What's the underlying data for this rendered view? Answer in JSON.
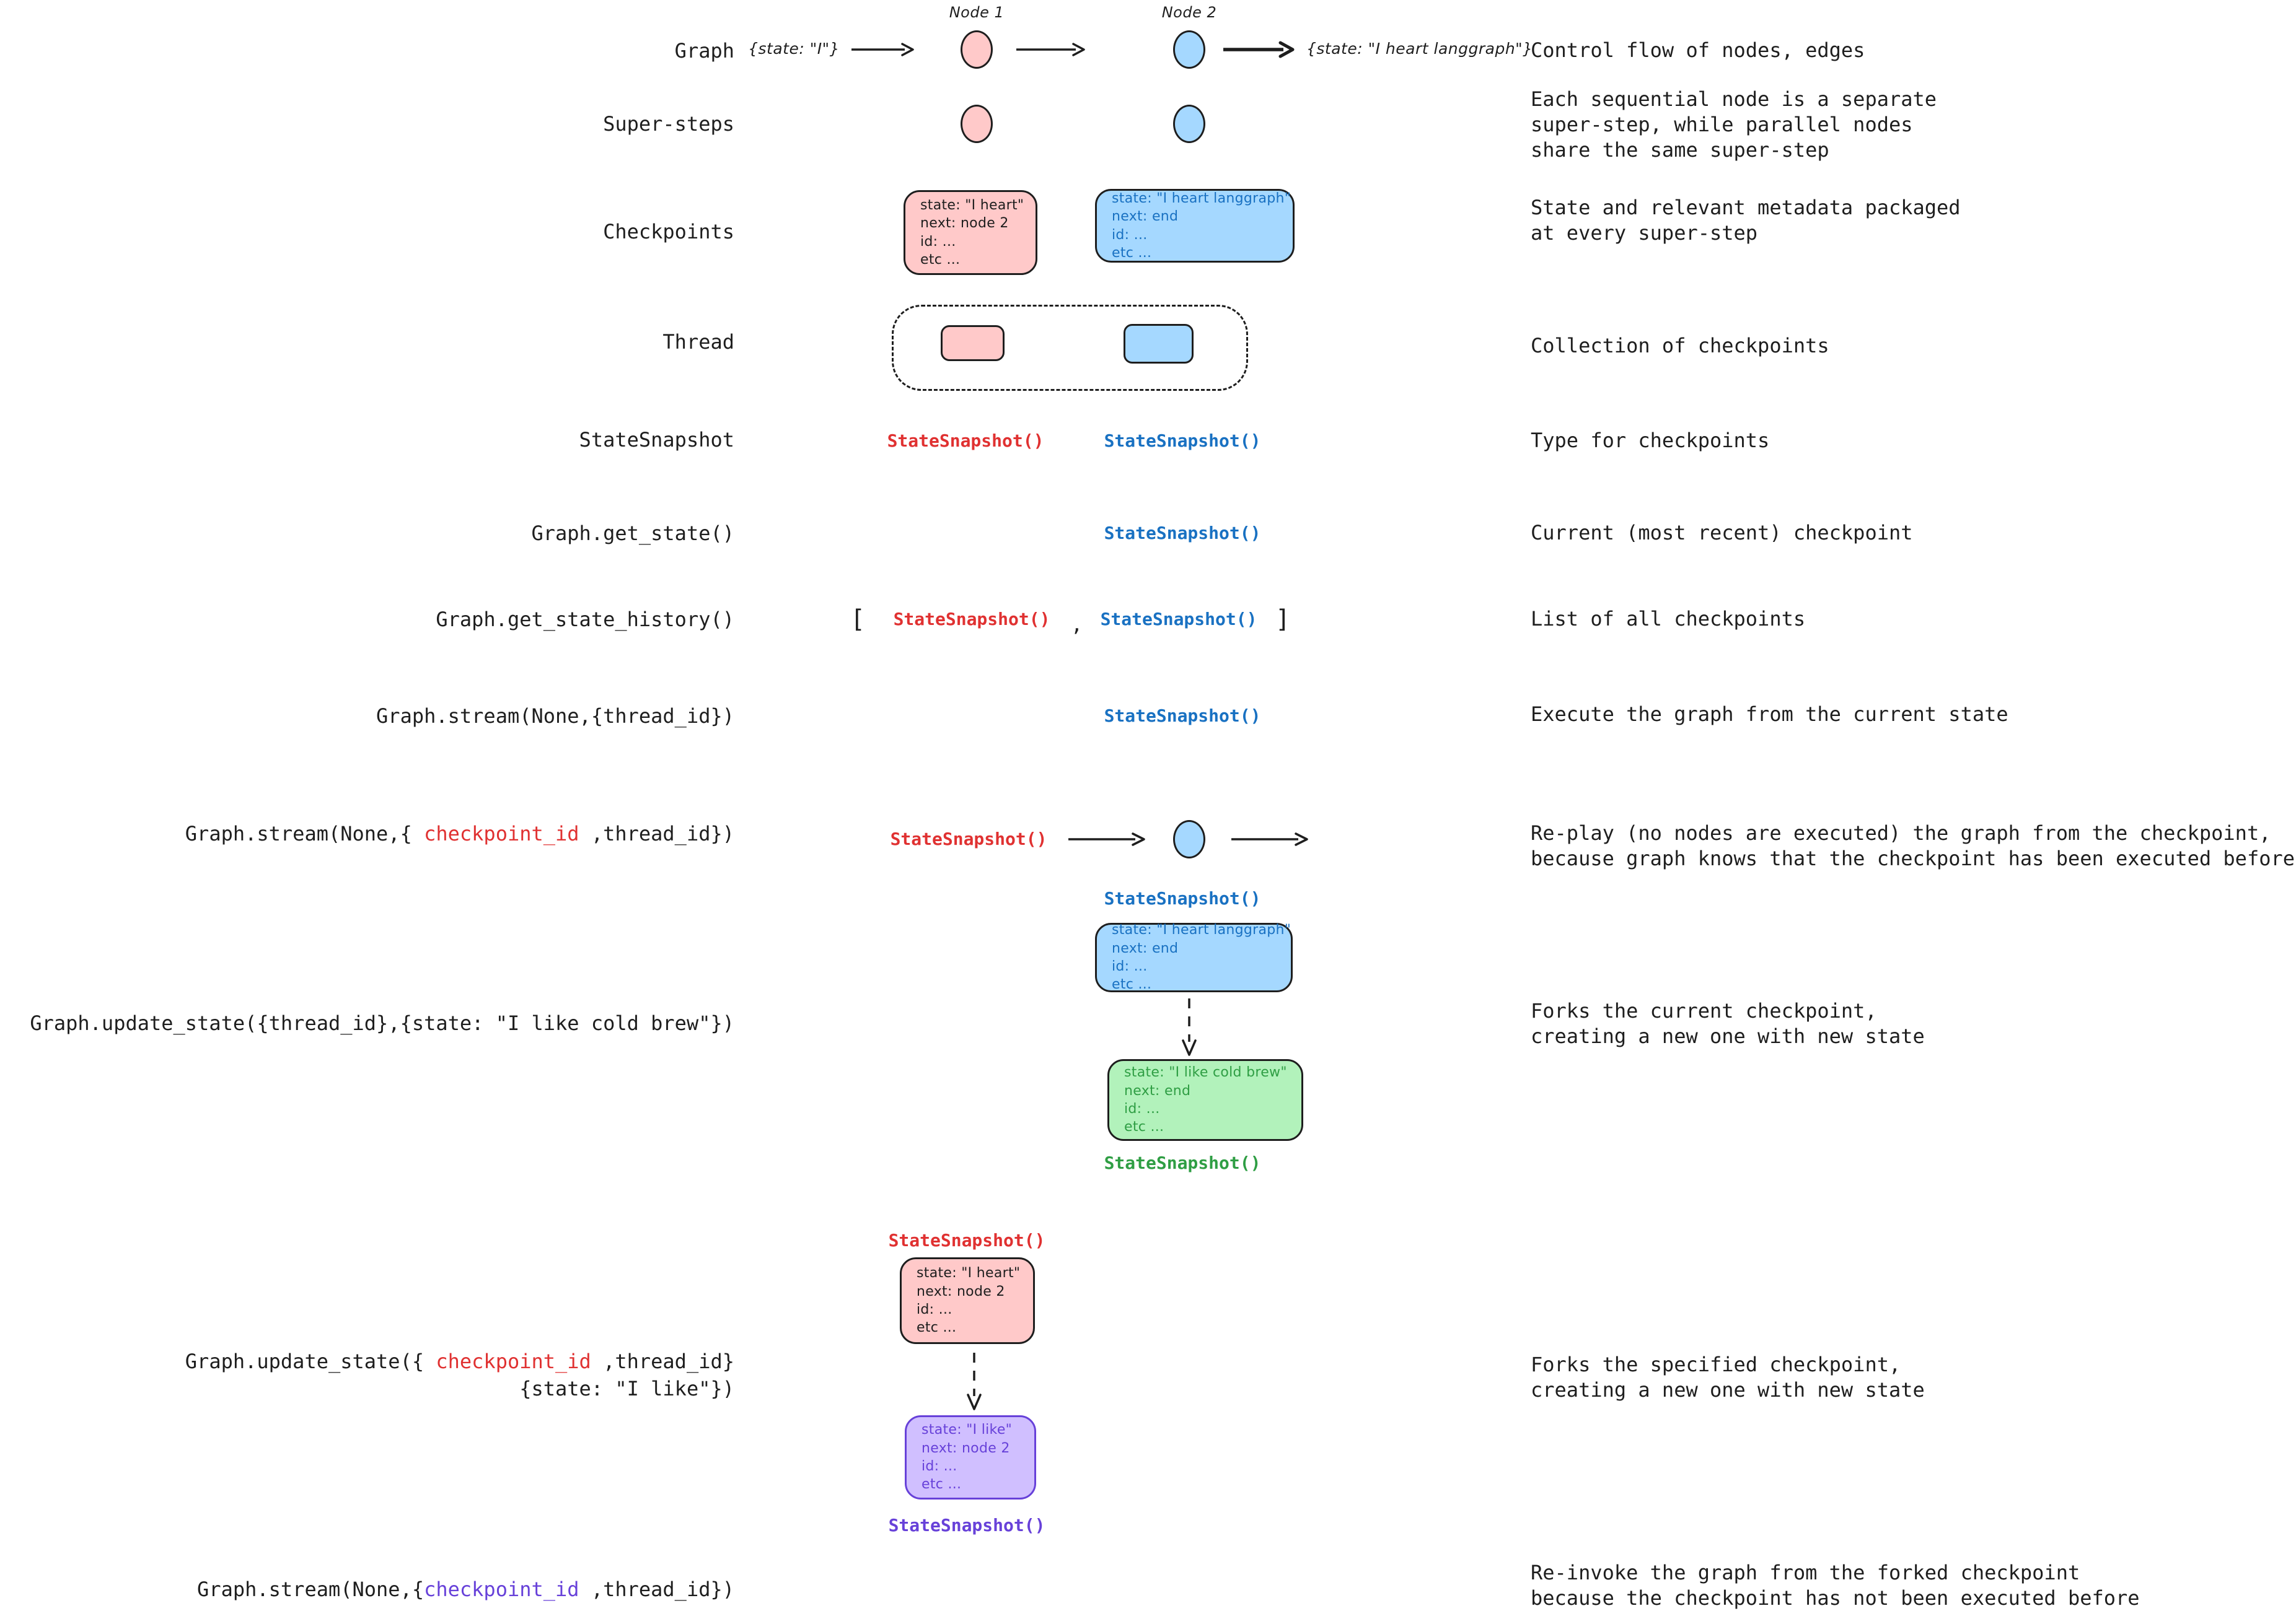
{
  "palette": {
    "ink": "#1e1e1e",
    "red": "#e03131",
    "blue": "#1971c2",
    "green": "#2f9e44",
    "purple": "#6741d9",
    "pink_fill": "#ffc9c9",
    "blue_fill": "#a5d8ff",
    "green_fill": "#b2f2bb",
    "purple_fill": "#d0bfff"
  },
  "snapshot": {
    "text": "StateSnapshot()"
  },
  "nodes": {
    "node1": "Node 1",
    "node2": "Node 2"
  },
  "rows": {
    "graph": {
      "label": "Graph",
      "input": "{state: \"I\"}",
      "output": "{state: \"I heart langgraph\"}",
      "desc": "Control flow of nodes, edges"
    },
    "supersteps": {
      "label": "Super-steps",
      "desc": "Each sequential node is a separate\nsuper-step, while parallel nodes\nshare the same super-step"
    },
    "checkpoints": {
      "label": "Checkpoints",
      "desc": "State and relevant metadata packaged\nat every super-step"
    },
    "thread": {
      "label": "Thread",
      "desc": "Collection of checkpoints"
    },
    "statesnapshot": {
      "label": "StateSnapshot",
      "desc": "Type for checkpoints"
    },
    "get_state": {
      "label": "Graph.get_state()",
      "desc": "Current (most recent) checkpoint"
    },
    "get_state_history": {
      "label": "Graph.get_state_history()",
      "bracket_open": "[",
      "comma": ",",
      "bracket_close": "]",
      "desc": "List of all checkpoints"
    },
    "stream_thread": {
      "label": "Graph.stream(None,{thread_id})",
      "desc": "Execute the graph from the current state"
    },
    "stream_checkpoint": {
      "label_prefix": "Graph.stream(None,{ ",
      "label_highlight": "checkpoint_id",
      "label_suffix": " ,thread_id})",
      "desc": "Re-play (no nodes are executed) the graph from the checkpoint,\nbecause graph knows that the checkpoint has been executed before"
    },
    "update_state_thread": {
      "label": "Graph.update_state({thread_id},{state: \"I like cold brew\"})",
      "desc": "Forks the current checkpoint,\ncreating a new one with new state"
    },
    "update_state_checkpoint": {
      "label_prefix": "Graph.update_state({ ",
      "label_highlight": "checkpoint_id",
      "label_suffix": " ,thread_id}",
      "label_line2": "{state: \"I like\"})",
      "desc": "Forks the specified checkpoint,\ncreating a new one with new state"
    },
    "stream_forked": {
      "label_prefix": "Graph.stream(None,{",
      "label_highlight": "checkpoint_id",
      "label_suffix": " ,thread_id})",
      "desc": "Re-invoke the graph from the forked checkpoint\nbecause the checkpoint has not been executed before"
    }
  },
  "cards": {
    "checkpoint_pink": {
      "lines": [
        "state: \"I heart\"",
        "next: node 2",
        "id: ...",
        "etc ..."
      ]
    },
    "checkpoint_blue": {
      "lines": [
        "state: \"I heart langgraph\"",
        "next: end",
        "id: ...",
        "etc ..."
      ]
    },
    "fork_source_blue": {
      "lines": [
        "state: \"I heart langgraph\"",
        "next: end",
        "id: ...",
        "etc ..."
      ]
    },
    "fork_green": {
      "lines": [
        "state: \"I like cold brew\"",
        "next: end",
        "id: ...",
        "etc ..."
      ]
    },
    "fork_source_pink": {
      "lines": [
        "state: \"I heart\"",
        "next: node 2",
        "id: ...",
        "etc ..."
      ]
    },
    "fork_purple": {
      "lines": [
        "state: \"I like\"",
        "next: node 2",
        "id: ...",
        "etc ..."
      ]
    }
  }
}
